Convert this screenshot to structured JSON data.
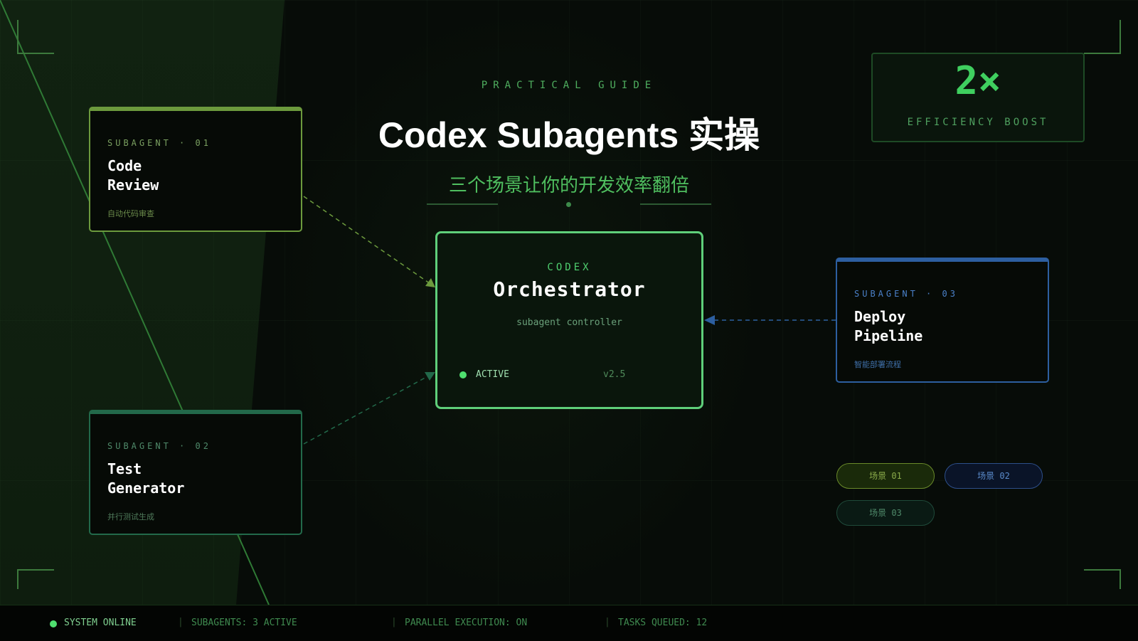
{
  "header": {
    "eyebrow": "PRACTICAL GUIDE",
    "title": "Codex Subagents 实操",
    "subtitle": "三个场景让你的开发效率翻倍"
  },
  "boost": {
    "value": "2×",
    "label": "EFFICIENCY BOOST"
  },
  "orchestrator": {
    "label": "CODEX",
    "name": "Orchestrator",
    "subtitle": "subagent controller",
    "status": "ACTIVE",
    "version": "v2.5"
  },
  "subagents": [
    {
      "label": "SUBAGENT · 01",
      "name": "Code\nReview",
      "desc": "自动代码审查",
      "color": "#6c9a3d"
    },
    {
      "label": "SUBAGENT · 02",
      "name": "Test\nGenerator",
      "desc": "并行测试生成",
      "color": "#22694a"
    },
    {
      "label": "SUBAGENT · 03",
      "name": "Deploy\nPipeline",
      "desc": "智能部署流程",
      "color": "#2d5fa0"
    }
  ],
  "scenarios": [
    "场景 01",
    "场景 02",
    "场景 03"
  ],
  "statusbar": {
    "system": "SYSTEM ONLINE",
    "subagents": "SUBAGENTS: 3 ACTIVE",
    "parallel": "PARALLEL EXECUTION: ON",
    "tasks": "TASKS QUEUED: 12"
  },
  "colors": {
    "accent": "#4fdf6f",
    "background": "#070c08"
  }
}
